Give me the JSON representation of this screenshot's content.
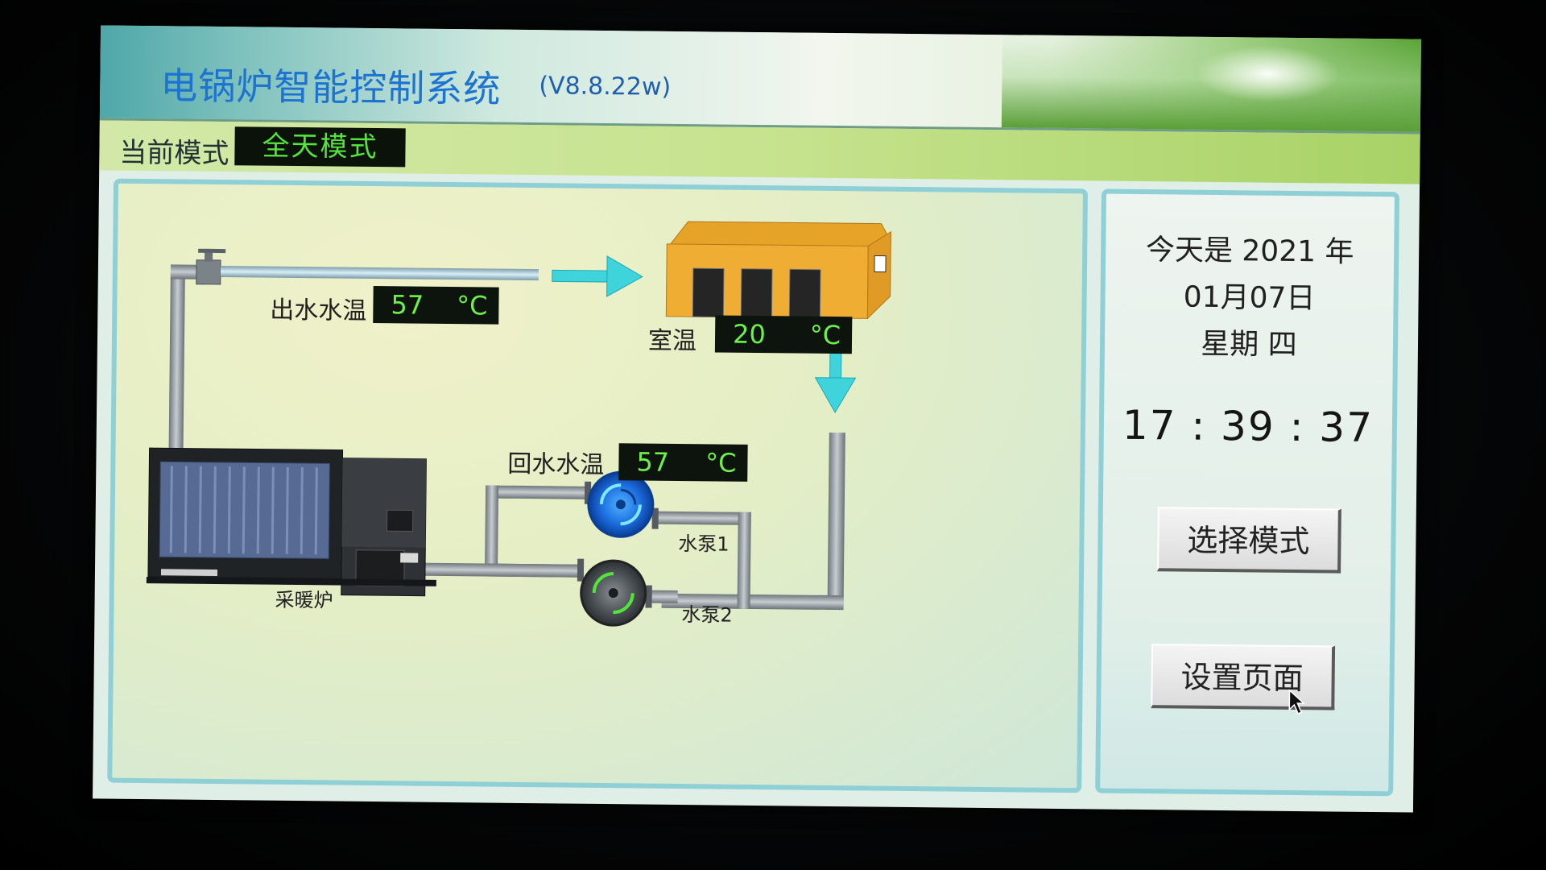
{
  "header": {
    "title": "电锅炉智能控制系统",
    "version": "(V8.8.22w)"
  },
  "mode": {
    "label": "当前模式",
    "value": "全天模式"
  },
  "diagram": {
    "outlet_label": "出水水温",
    "outlet_value": "57",
    "room_label": "室温",
    "room_value": "20",
    "return_label": "回水水温",
    "return_value": "57",
    "unit": "°C",
    "pump1_label": "水泵1",
    "pump2_label": "水泵2",
    "boiler_label": "采暖炉"
  },
  "side": {
    "date_line1": "今天是 2021 年",
    "date_line2": "01月07日",
    "weekday": "星期 四",
    "time": "17 : 39 : 37",
    "select_mode_button": "选择模式",
    "settings_button": "设置页面"
  },
  "colors": {
    "title_blue": "#1d73d0",
    "readout_green": "#6ef04a",
    "arrow_cyan": "#3fd3db",
    "pipe_gray": "#8f969b"
  }
}
